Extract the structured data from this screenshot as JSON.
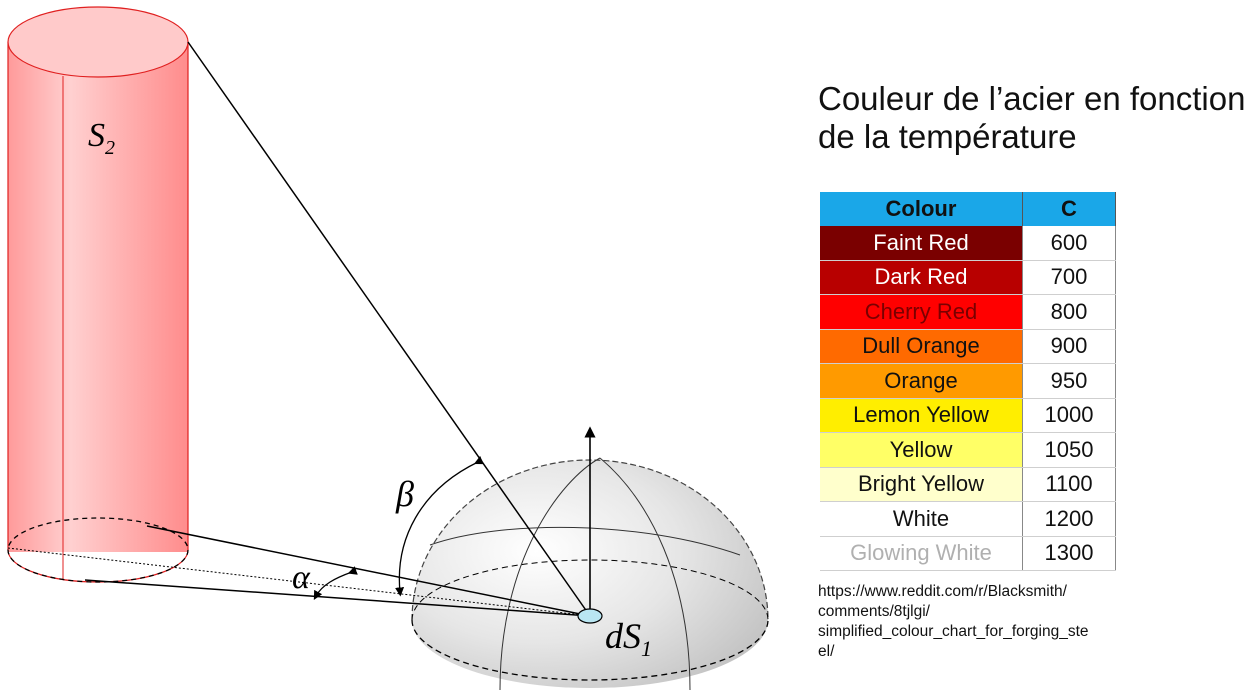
{
  "title": "Couleur de l’acier en fonction de la température",
  "diagram": {
    "surface_label": "S",
    "surface_sub": "2",
    "element_label": "dS",
    "element_sub": "1",
    "angle_alpha": "α",
    "angle_beta": "β"
  },
  "table": {
    "headers": {
      "colour": "Colour",
      "temp": "C"
    },
    "rows": [
      {
        "name": "Faint Red",
        "value": "600",
        "bg": "#7a0000",
        "fg": "#ffffff"
      },
      {
        "name": "Dark Red",
        "value": "700",
        "bg": "#b80000",
        "fg": "#ffffff"
      },
      {
        "name": "Cherry Red",
        "value": "800",
        "bg": "#ff0000",
        "fg": "#7a0000"
      },
      {
        "name": "Dull Orange",
        "value": "900",
        "bg": "#ff6a00",
        "fg": "#111111"
      },
      {
        "name": "Orange",
        "value": "950",
        "bg": "#ff9a00",
        "fg": "#111111"
      },
      {
        "name": "Lemon Yellow",
        "value": "1000",
        "bg": "#ffee00",
        "fg": "#111111"
      },
      {
        "name": "Yellow",
        "value": "1050",
        "bg": "#ffff66",
        "fg": "#111111"
      },
      {
        "name": "Bright Yellow",
        "value": "1100",
        "bg": "#ffffcc",
        "fg": "#111111"
      },
      {
        "name": "White",
        "value": "1200",
        "bg": "#ffffff",
        "fg": "#111111"
      },
      {
        "name": "Glowing White",
        "value": "1300",
        "bg": "#ffffff",
        "fg": "#b0b0b0"
      }
    ]
  },
  "source_lines": [
    "https://www.reddit.com/r/Blacksmith/",
    "comments/8tjlgi/",
    "simplified_colour_chart_for_forging_ste",
    "el/"
  ],
  "colors": {
    "cylinder": "#ffb3b3",
    "cylinder_edge": "#e02020",
    "header": "#1aa7e8"
  }
}
